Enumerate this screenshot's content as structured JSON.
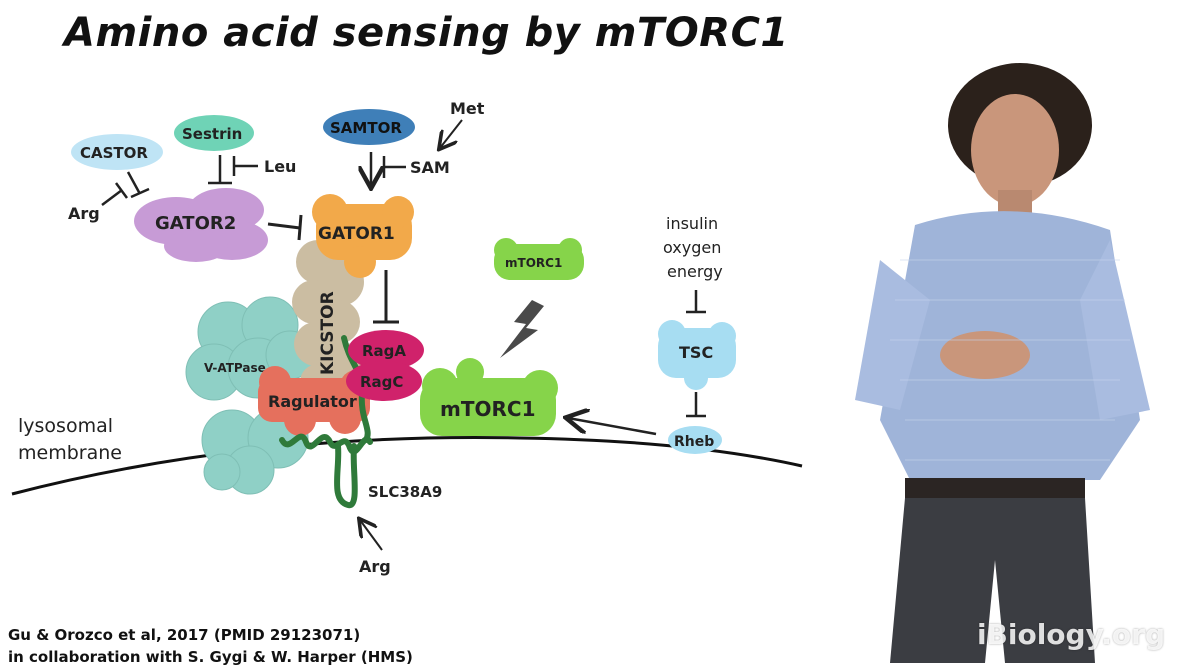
{
  "slide": {
    "title": "Amino acid sensing by mTORC1",
    "citation_line1": "Gu & Orozco et al, 2017 (PMID 29123071)",
    "citation_line2": "in collaboration with S. Gygi & W. Harper (HMS)",
    "watermark": "iBiology.org"
  },
  "diagram": {
    "castor": "CASTOR",
    "sestrin": "Sestrin",
    "samtor": "SAMTOR",
    "met": "Met",
    "leu": "Leu",
    "sam": "SAM",
    "arg_left": "Arg",
    "gator2": "GATOR2",
    "gator1": "GATOR1",
    "kicstor": "KICSTOR",
    "v_atpase": "V-ATPase",
    "ragulator": "Ragulator",
    "raga": "RagA",
    "ragc": "RagC",
    "mtorc1_free": "mTORC1",
    "mtorc1_bound": "mTORC1",
    "insulin": "insulin",
    "oxygen": "oxygen",
    "energy": "energy",
    "tsc": "TSC",
    "rheb": "Rheb",
    "lysosomal": "lysosomal",
    "membrane": "membrane",
    "slc38a9": "SLC38A9",
    "arg_bottom": "Arg"
  },
  "colors": {
    "castor": "#bfe4f5",
    "sestrin": "#6fd3b6",
    "samtor": "#3f7fb8",
    "gator2": "#c79bd6",
    "gator1": "#f2a94a",
    "kicstor": "#cbbda2",
    "v_atpase": "#8fd0c6",
    "ragulator": "#e5705d",
    "rag": "#d0226b",
    "mtorc1": "#86d44a",
    "tsc": "#a7ddf2",
    "slc38a9": "#2f7a3a"
  }
}
